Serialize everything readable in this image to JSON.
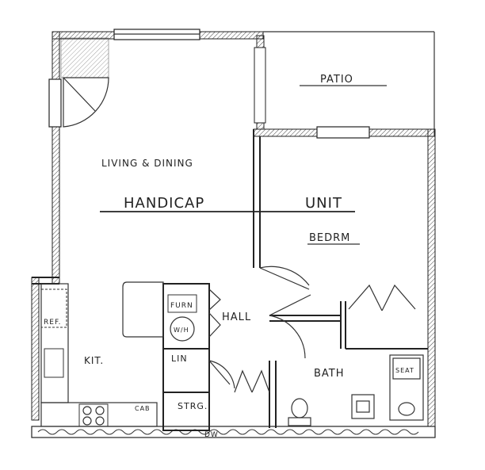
{
  "rooms": {
    "patio": "PATIO",
    "living_dining": "LIVING & DINING",
    "handicap": "HANDICAP",
    "unit": "UNIT",
    "bedroom": "BEDRM",
    "hall": "HALL",
    "kitchen": "KIT.",
    "bath": "BATH",
    "linen": "LIN",
    "storage": "STRG.",
    "furnace": "FURN",
    "water_heater": "W/H",
    "refrigerator": "REF.",
    "cabinet": "CAB",
    "seat": "SEAT"
  },
  "footer_mark": "DW"
}
